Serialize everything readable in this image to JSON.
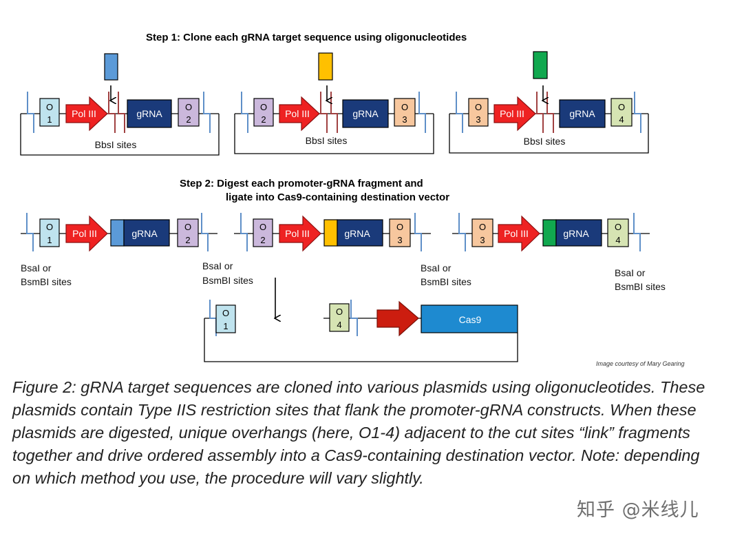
{
  "step1": {
    "title": "Step 1: Clone each gRNA target sequence using oligonucleotides"
  },
  "step2": {
    "title_line1": "Step 2:  Digest each promoter-gRNA fragment and",
    "title_line2": "ligate into Cas9-containing destination vector"
  },
  "labels": {
    "pol3": "Pol III",
    "grna": "gRNA",
    "cas9": "Cas9",
    "bbsi": "BbsI sites",
    "bsai_line1": "BsaI or",
    "bsai_line2": "BsmBI sites",
    "o": "O",
    "n1": "1",
    "n2": "2",
    "n3": "3",
    "n4": "4",
    "credit": "Image courtesy of Mary Gearing"
  },
  "caption": "Figure 2: gRNA target sequences are cloned into various plasmids using oligonucleotides. These plasmids contain Type IIS restriction sites that flank the promoter-gRNA constructs. When these plasmids are digested, unique overhangs (here, O1-4) adjacent to the cut sites “link” fragments together and drive ordered assembly into a Cas9-containing destination vector. Note: depending on which method you use, the procedure will vary slightly.",
  "watermark": "知乎 @米线儿",
  "colors": {
    "o1": "#bfe3ee",
    "o2": "#cbb8dc",
    "o3": "#f7c79e",
    "o4": "#d6e4b3",
    "pol3": "#ee2222",
    "grna": "#1a3a7a",
    "cas9": "#1e8ad0",
    "cas9_arrow": "#cc1d0f",
    "target1": "#5b9ad8",
    "target2": "#ffc000",
    "target3": "#11a84f",
    "site_blue": "#5e8fc8",
    "site_red": "#a04040"
  },
  "icons": [
    "down-arrow-icon",
    "promoter-arrow-icon"
  ]
}
